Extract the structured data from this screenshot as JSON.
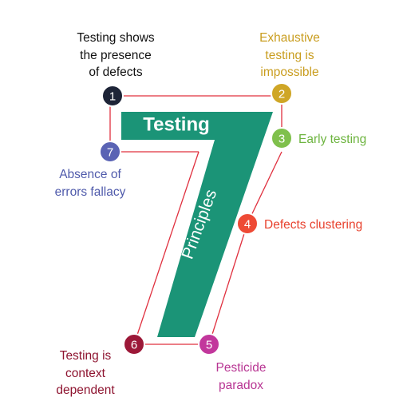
{
  "colors": {
    "seven": "#1b9477",
    "connector": "#e0303f",
    "word": "#ffffff"
  },
  "title_word": "Testing",
  "seven_text": "Principles",
  "principles": [
    {
      "number": "1",
      "lines": [
        "Testing shows",
        "the presence",
        "of defects"
      ],
      "color": "#1d2437",
      "text_color": "#111111"
    },
    {
      "number": "2",
      "lines": [
        "Exhaustive",
        "testing is",
        "impossible"
      ],
      "color": "#cfa626",
      "text_color": "#c99d1f"
    },
    {
      "number": "3",
      "lines": [
        "Early testing"
      ],
      "color": "#7fc04c",
      "text_color": "#6db43f"
    },
    {
      "number": "4",
      "lines": [
        "Defects clustering"
      ],
      "color": "#ee4a35",
      "text_color": "#e8422e"
    },
    {
      "number": "5",
      "lines": [
        "Pesticide",
        "paradox"
      ],
      "color": "#c2379c",
      "text_color": "#b83593"
    },
    {
      "number": "6",
      "lines": [
        "Testing is",
        "context",
        "dependent"
      ],
      "color": "#9c1838",
      "text_color": "#8e1430"
    },
    {
      "number": "7",
      "lines": [
        "Absence of",
        "errors fallacy"
      ],
      "color": "#5a63b4",
      "text_color": "#4f5aab"
    }
  ]
}
